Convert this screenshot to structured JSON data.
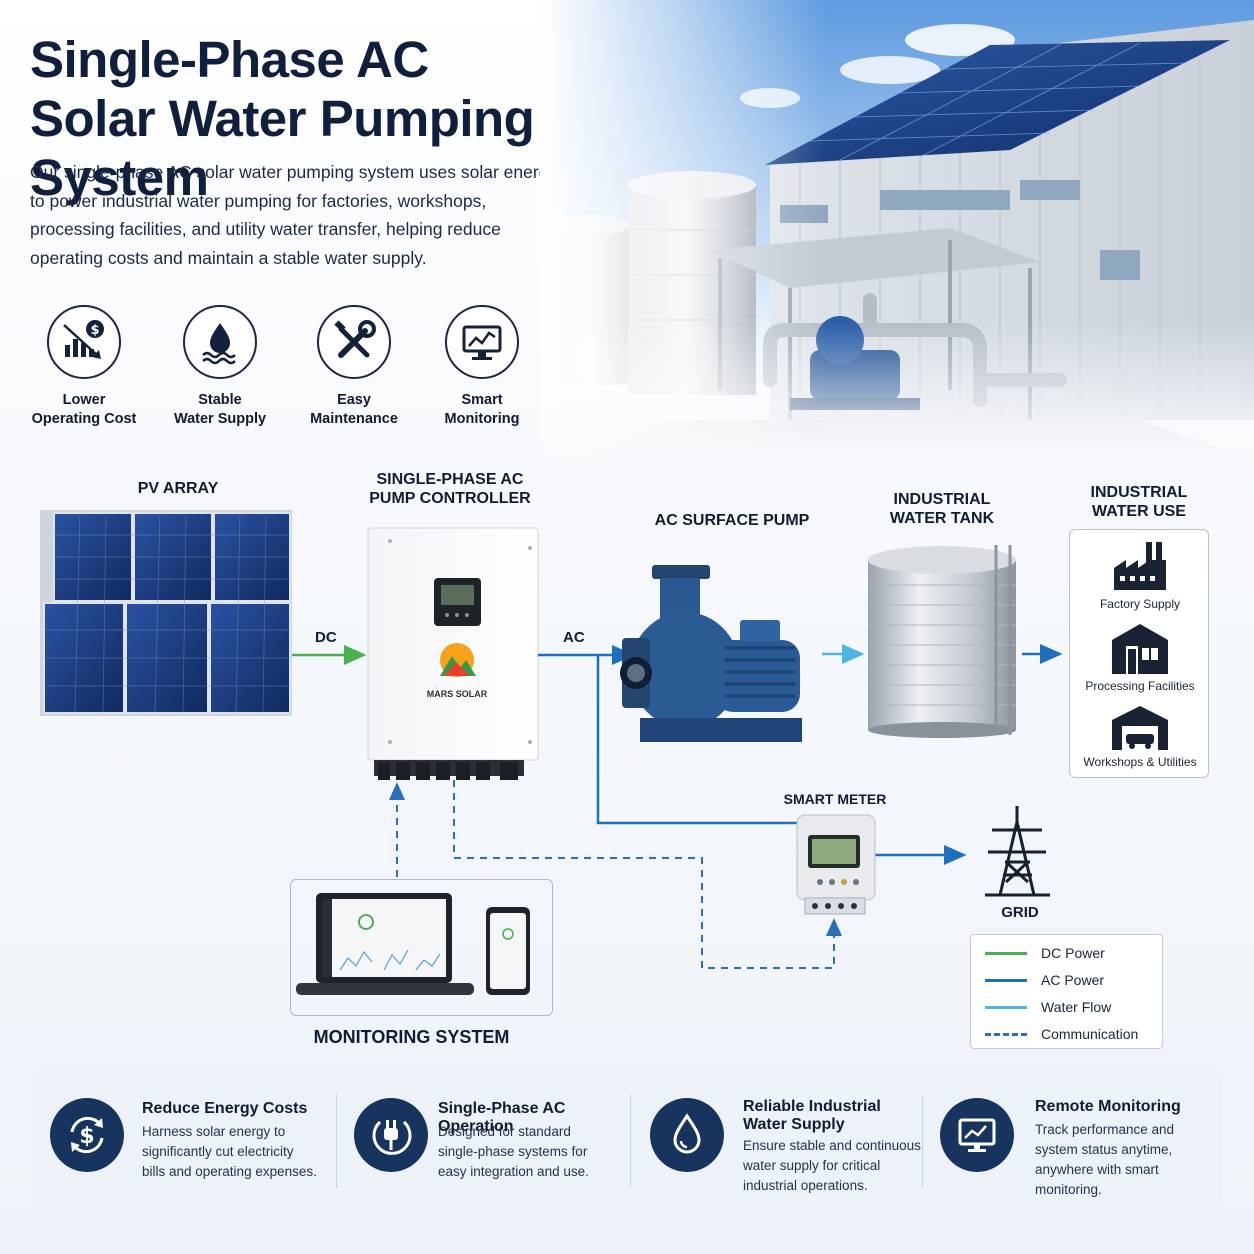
{
  "header": {
    "title_line1": "Single-Phase AC",
    "title_line2": "Solar Water Pumping System",
    "intro": "Our single-phase AC solar water pumping system uses solar energy to power industrial water pumping for factories, workshops, processing facilities, and utility water transfer, helping reduce operating costs and maintain a stable water supply."
  },
  "features": [
    {
      "label": "Lower\nOperating Cost",
      "icon": "cost-down-icon"
    },
    {
      "label": "Stable\nWater Supply",
      "icon": "water-drop-icon"
    },
    {
      "label": "Easy\nMaintenance",
      "icon": "tools-icon"
    },
    {
      "label": "Smart\nMonitoring",
      "icon": "monitor-chart-icon"
    }
  ],
  "diagram": {
    "pv_array": "PV ARRAY",
    "controller": "SINGLE-PHASE AC\nPUMP CONTROLLER",
    "controller_brand": "MARS SOLAR",
    "pump": "AC SURFACE PUMP",
    "tank": "INDUSTRIAL\nWATER TANK",
    "use": "INDUSTRIAL\nWATER USE",
    "dc_label": "DC",
    "ac_label": "AC",
    "smart_meter": "SMART METER",
    "grid": "GRID",
    "monitoring": "MONITORING SYSTEM",
    "uses": [
      {
        "label": "Factory Supply",
        "icon": "factory-icon"
      },
      {
        "label": "Processing Facilities",
        "icon": "warehouse-icon"
      },
      {
        "label": "Workshops & Utilities",
        "icon": "garage-icon"
      }
    ]
  },
  "legend": [
    {
      "label": "DC Power",
      "color": "#4caf50",
      "style": "solid"
    },
    {
      "label": "AC Power",
      "color": "#1f6fbf",
      "style": "solid"
    },
    {
      "label": "Water Flow",
      "color": "#4cb6e0",
      "style": "solid"
    },
    {
      "label": "Communication",
      "color": "#2a6fb8",
      "style": "dashed"
    }
  ],
  "benefits": [
    {
      "title": "Reduce Energy Costs",
      "text": "Harness solar energy to\nsignificantly cut electricity\nbills and operating expenses.",
      "icon": "dollar-cycle-icon"
    },
    {
      "title": "Single-Phase AC Operation",
      "text": "Designed for standard\nsingle-phase systems for\neasy integration and use.",
      "icon": "plug-icon"
    },
    {
      "title": "Reliable Industrial\nWater Supply",
      "text": "Ensure stable and continuous\nwater supply for critical\nindustrial operations.",
      "icon": "water-drop-icon"
    },
    {
      "title": "Remote Monitoring",
      "text": "Track performance and\nsystem status anytime,\nanywhere with smart\nmonitoring.",
      "icon": "monitor-chart-icon"
    }
  ],
  "colors": {
    "dc": "#4caf50",
    "ac": "#1f6fbf",
    "water": "#4cb6e0",
    "comm": "#2a6fb8",
    "navy": "#17345e"
  }
}
